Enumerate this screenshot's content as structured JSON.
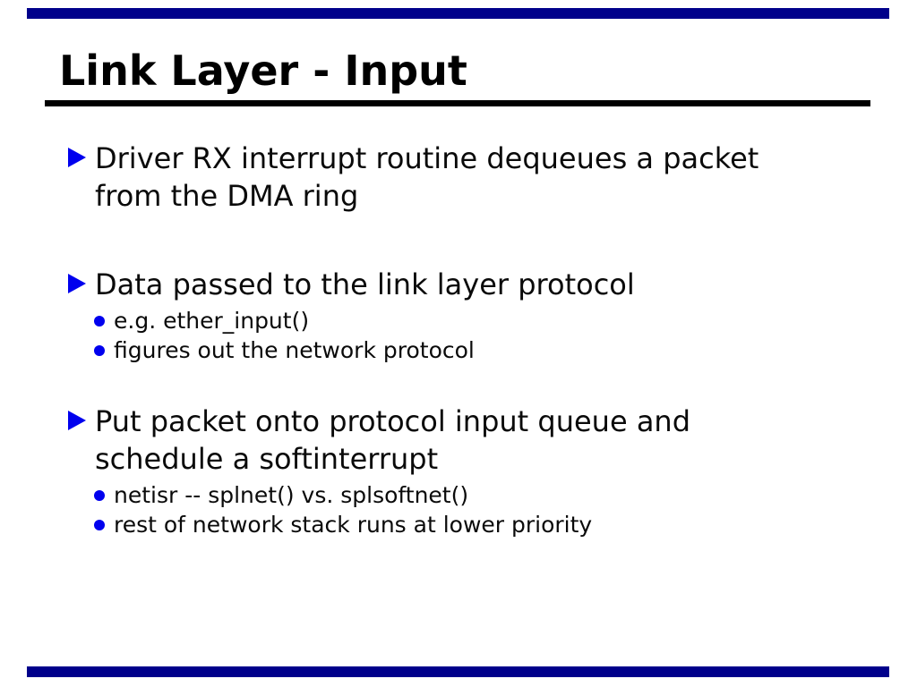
{
  "slide": {
    "title": "Link Layer - Input",
    "colors": {
      "accent_blue": "#0000EE",
      "bar_navy": "#00008B",
      "text": "#0a0a0a"
    },
    "bullets": [
      {
        "lines": [
          "Driver RX interrupt routine dequeues a packet",
          "from the DMA ring"
        ],
        "subs": []
      },
      {
        "lines": [
          "Data passed to the link layer protocol"
        ],
        "subs": [
          "e.g. ether_input()",
          "figures out the network protocol"
        ]
      },
      {
        "lines": [
          "Put packet onto protocol input queue and",
          "schedule a softinterrupt"
        ],
        "subs": [
          "netisr -- splnet() vs. splsoftnet()",
          "rest of network stack runs at lower priority"
        ]
      }
    ]
  }
}
